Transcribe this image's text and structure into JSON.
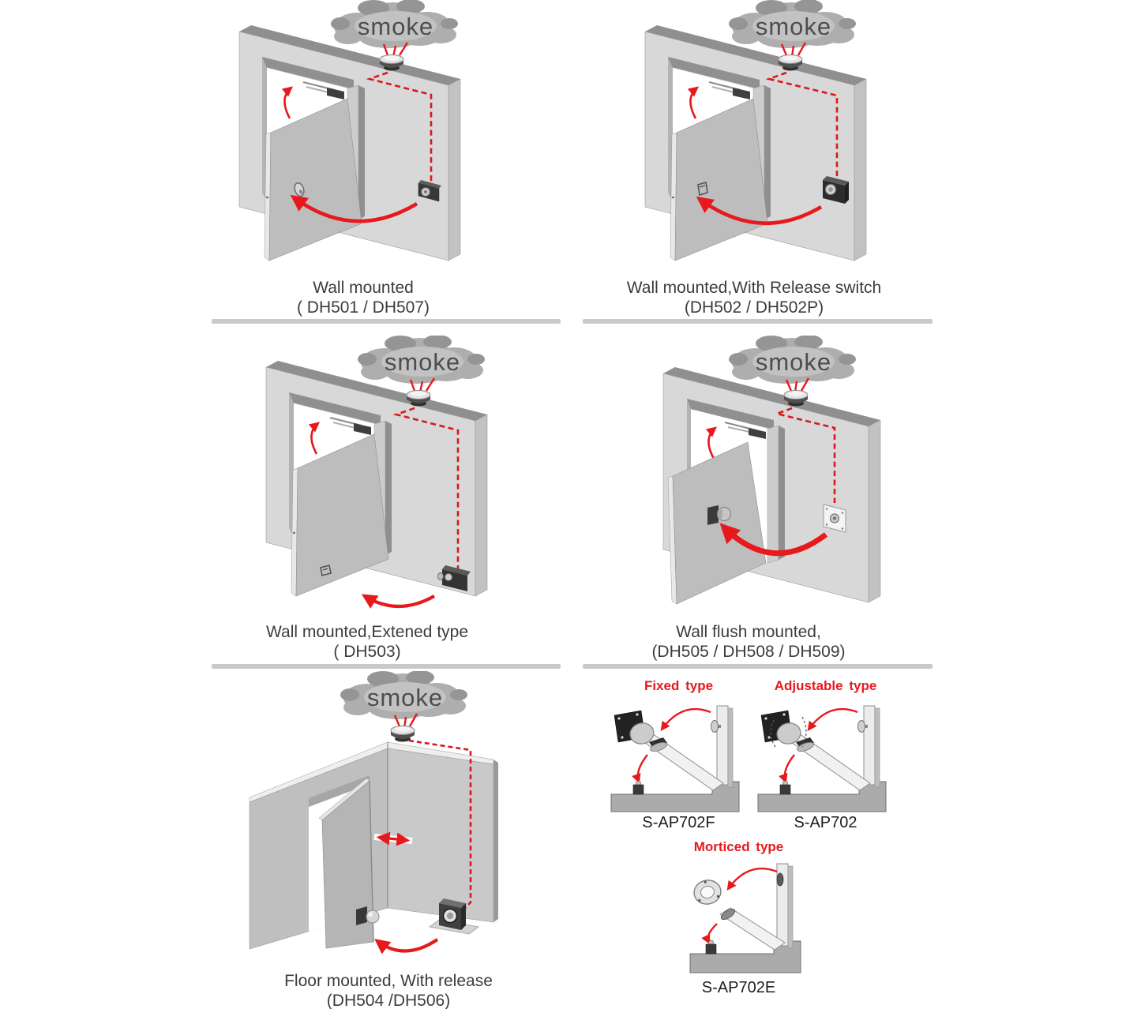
{
  "colors": {
    "red": "#e8191c",
    "wall_light": "#d8d8d8",
    "wall_dark": "#8f8f8f",
    "cloud_gray": "#aeaeae",
    "divider": "#c9c9c9",
    "caption_text": "#3c3c3c",
    "smoke_text": "#4d4d4d",
    "type_label_red": "#e8191c",
    "model_text": "#1e1e1e"
  },
  "labels": {
    "smoke": "smoke"
  },
  "panels": [
    {
      "name": "wall-mounted",
      "caption1": "Wall mounted",
      "caption2": "( DH501 / DH507)"
    },
    {
      "name": "wall-mounted-with-release-switch",
      "caption1": "Wall mounted,With Release switch",
      "caption2": "(DH502 / DH502P)"
    },
    {
      "name": "wall-mounted-extended",
      "caption1": "Wall mounted,Extened type",
      "caption2": "( DH503)"
    },
    {
      "name": "wall-flush-mounted",
      "caption1": "Wall flush mounted,",
      "caption2": "(DH505 / DH508 / DH509)"
    },
    {
      "name": "floor-mounted-with-release",
      "caption1": "Floor mounted, With release",
      "caption2": "(DH504 /DH506)"
    }
  ],
  "accessories": [
    {
      "type_label": "Fixed type",
      "model": "S-AP702F"
    },
    {
      "type_label": "Adjustable type",
      "model": "S-AP702"
    },
    {
      "type_label": "Morticed type",
      "model": "S-AP702E"
    }
  ]
}
